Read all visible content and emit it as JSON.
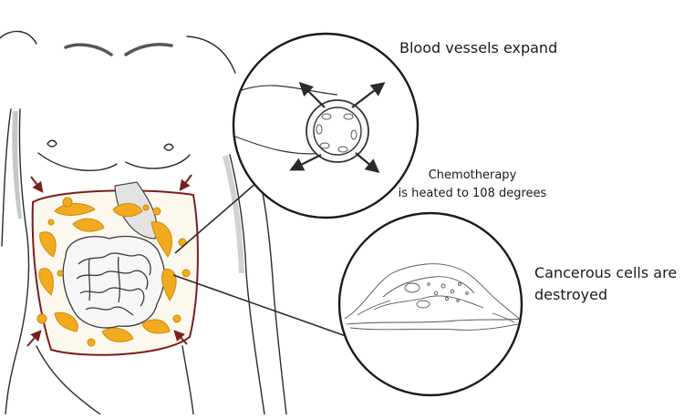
{
  "labels": {
    "vessels": "Blood vessels expand",
    "chemo_line1": "Chemotherapy",
    "chemo_line2": "is heated to 108 degrees",
    "cancer_line1": "Cancerous cells are",
    "cancer_line2": "destroyed"
  },
  "colors": {
    "outline": "#2b2b2b",
    "skin_shadow": "#b8b8b8",
    "cavity_border": "#7a1e1e",
    "chemo_fluid": "#f2ab1f",
    "chemo_fluid_edge": "#c98a10",
    "organ_fill": "#f3f3f3"
  },
  "icons": {
    "expand_arrows": "arrow-outward-icon",
    "pressure_arrows": "arrow-inward-icon"
  }
}
